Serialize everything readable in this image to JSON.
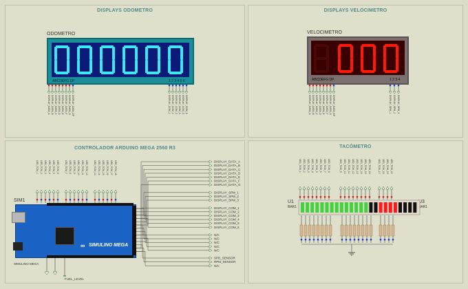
{
  "panels": {
    "odometer": {
      "title": "DISPLAYS ODOMETRO",
      "component_label": "ODOMETRO",
      "digits": "000000",
      "segment_pins": "ABCDEFG  DP",
      "digit_pins": "1 2 3 4 5 6"
    },
    "speedometer": {
      "title": "DISPLAYS VELOCIMETRO",
      "component_label": "VELOCIMETRO",
      "digits": "000",
      "segment_pins": "ABCDEFG  DP",
      "digit_pins": "1 2 3 4"
    },
    "arduino": {
      "title": "CONTROLADOR ARDUINO MEGA 2560 R3",
      "sim_label": "SIM1",
      "board_label": "SIMULINO MEGA",
      "bottom_label": "SIMULINO MEGA",
      "fuel_label": "FUEL_LEVEL"
    },
    "tachometer": {
      "title": "TACÓMETRO",
      "u1_label": "U1",
      "u1_sub": "BAR1",
      "u3_label": "U3",
      "u3_sub": "BAR1"
    }
  },
  "net_labels": {
    "odometer_segments": [
      "DISPLAY_DATA_A",
      "DISPLAY_DATA_B",
      "DISPLAY_DATA_C",
      "DISPLAY_DATA_D",
      "DISPLAY_DATA_E",
      "DISPLAY_DATA_F",
      "DISPLAY_DATA_G",
      "DISPLAY_DATA_DP"
    ],
    "odometer_digits": [
      "DISPLAY_COM_1",
      "DISPLAY_COM_2",
      "DISPLAY_COM_3",
      "DISPLAY_COM_4",
      "DISPLAY_COM_5",
      "DISPLAY_COM_6"
    ],
    "speed_segments": [
      "DISPLAY_DATA_A",
      "DISPLAY_DATA_B",
      "DISPLAY_DATA_C",
      "DISPLAY_DATA_D",
      "DISPLAY_DATA_E",
      "DISPLAY_DATA_F",
      "DISPLAY_DATA_G",
      "DISPLAY_DATA_DP"
    ],
    "speed_digits": [
      "DISPLAY_SPM_1",
      "DISPLAY_SPM_2",
      "DISPLAY_SPM_3"
    ],
    "arduino_outputs": [
      "DISPLAY_DATA_A",
      "DISPLAY_DATA_B",
      "DISPLAY_DATA_C",
      "DISPLAY_DATA_D",
      "DISPLAY_DATA_E",
      "DISPLAY_DATA_F",
      "DISPLAY_DATA_G",
      "",
      "DISPLAY_SPM_1",
      "DISPLAY_SPM_2",
      "DISPLAY_SPM_3",
      "",
      "DISPLAY_COM_1",
      "DISPLAY_COM_2",
      "DISPLAY_COM_3",
      "DISPLAY_COM_4",
      "DISPLAY_COM_5",
      "DISPLAY_COM_6",
      "",
      "N/C",
      "N/C",
      "N/C",
      "N/C",
      "N/C",
      "",
      "SPD_SENSOR",
      "RPM_SENSOR",
      "N/C"
    ],
    "arduino_top_groups": [
      [
        "LED_TCM_1",
        "LED_TCM_2",
        "LED_TCM_3",
        "LED_TCM_4",
        "LED_TCM_5",
        "LED_TCM_6"
      ],
      [
        "LED_TCM_7",
        "LED_TCM_8",
        "LED_TCM_9",
        "LED_TCM_10",
        "LED_TCM_11",
        "LED_TCM_12"
      ],
      [
        "LED_TCM_13",
        "LED_TCM_14",
        "LED_TCM_15",
        "LED_TCM_16",
        "LED_TCM_17",
        "LED_TCM_18"
      ]
    ],
    "tach_groups": [
      [
        "LED_TCM_1",
        "LED_TCM_2",
        "LED_TCM_3",
        "LED_TCM_4",
        "LED_TCM_5",
        "LED_TCM_6",
        "LED_TCM_7",
        "LED_TCM_8"
      ],
      [
        "LED_TCM_9",
        "LED_TCM_10",
        "LED_TCM_11",
        "LED_TCM_12",
        "LED_TCM_13",
        "LED_TCM_14",
        "LED_TCM_15",
        "LED_TCM_16"
      ],
      [
        "LED_TCM_17",
        "LED_TCM_18",
        "LED_TCM_19",
        "LED_TCM_20"
      ]
    ]
  },
  "tach_bars": [
    "green",
    "green",
    "green",
    "green",
    "green",
    "green",
    "green",
    "green",
    "green",
    "green",
    "green",
    "green",
    "green",
    "green",
    "black",
    "black",
    "red",
    "red",
    "red",
    "red",
    "black",
    "black",
    "black",
    "black"
  ],
  "colors": {
    "odo_bezel": "#1a8f99",
    "odo_face": "#0c1a78",
    "odo_segment": "#3ee8f0",
    "spd_bezel": "#7a7070",
    "spd_face": "#3a0000",
    "spd_segment": "#ff1a0a",
    "board": "#1a63c4",
    "accent": "#4f8a86"
  }
}
